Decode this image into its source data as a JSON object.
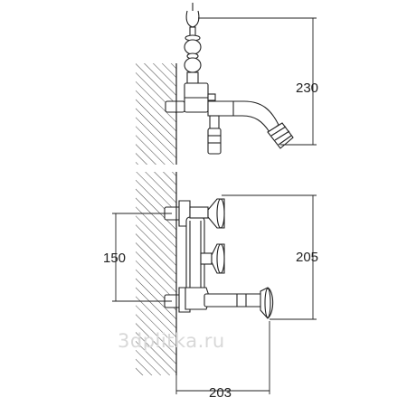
{
  "dimensions": {
    "upper_height": "230",
    "lower_height": "205",
    "inlet_spacing": "150",
    "spout_reach": "203"
  },
  "watermark": "3dplitka.ru",
  "colors": {
    "line": "#222222",
    "hatch": "#444444",
    "watermark": "#d8d8d8",
    "background": "#ffffff"
  }
}
